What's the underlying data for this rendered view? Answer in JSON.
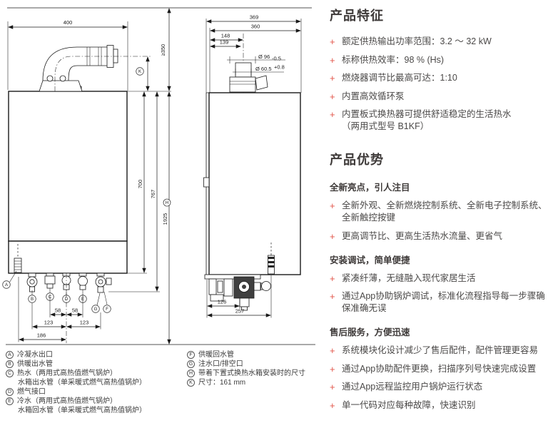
{
  "ui": {
    "bullet": "+"
  },
  "colors": {
    "accent_red": "#e25549",
    "heading": "#3e3a39",
    "body_text": "#4b4948",
    "drawing_line": "#1a1a1a"
  },
  "drawing": {
    "front": {
      "width": "400",
      "clearance_top": "≥350",
      "body_height": "700",
      "height_to_connections": "767",
      "height_with_tank": "1925",
      "conn_58_left": "58",
      "conn_58_right": "58",
      "conn_123_left": "123",
      "conn_123_right": "123",
      "conn_186": "186"
    },
    "side": {
      "depth_overall": "369",
      "depth_body": "360",
      "flue_offset_outer": "148",
      "flue_offset_inner": "139",
      "flue_outer_dia": "Ø 96",
      "flue_outer_tol": "-0.5",
      "flue_inner_dia": "Ø 60.5",
      "flue_inner_tol": "+0.8",
      "conn_126": "126",
      "conn_257": "257"
    }
  },
  "legend": {
    "col1": [
      {
        "key": "A",
        "lines": [
          "冷凝水出口"
        ]
      },
      {
        "key": "B",
        "lines": [
          "供暖出水管"
        ]
      },
      {
        "key": "C",
        "lines": [
          "热水（两用式高热值燃气锅炉）",
          "水箱出水管（单采暖式燃气高热值锅炉）"
        ]
      },
      {
        "key": "D",
        "lines": [
          "燃气接口"
        ]
      },
      {
        "key": "E",
        "lines": [
          "冷水（两用式高热值燃气锅炉）",
          "水箱回水管（单采暖式燃气高热值锅炉）"
        ]
      }
    ],
    "col2": [
      {
        "key": "F",
        "lines": [
          "供暖回水管"
        ]
      },
      {
        "key": "G",
        "lines": [
          "注水口/排空口"
        ]
      },
      {
        "key": "H",
        "lines": [
          "带着下置式换热水箱安装时的尺寸"
        ]
      },
      {
        "key": "K",
        "lines": [
          "尺寸：161 mm"
        ]
      }
    ]
  },
  "features": {
    "title": "产品特征",
    "items": [
      {
        "lines": [
          "额定供热输出功率范围：3.2 ～ 32 kW"
        ]
      },
      {
        "lines": [
          "标称供热效率：98 % (Hs)"
        ]
      },
      {
        "lines": [
          "燃烧器调节比最高可达：1:10"
        ]
      },
      {
        "lines": [
          "内置高效循环泵"
        ]
      },
      {
        "lines": [
          "内置板式换热器可提供舒适稳定的生活热水",
          "（两用式型号 B1KF）"
        ]
      }
    ]
  },
  "advantages": {
    "title": "产品优势",
    "groups": [
      {
        "subtitle": "全新亮点，引人注目",
        "items": [
          "全新外观、全新燃烧控制系统、全新电子控制系统、全新触控按键",
          "更高调节比、更高生活热水流量、更省气"
        ]
      },
      {
        "subtitle": "安装调试，简单便捷",
        "items": [
          "紧凑纤薄，无缝融入现代家居生活",
          "通过App协助锅炉调试，标准化流程指导每一步骤确保准确无误"
        ]
      },
      {
        "subtitle": "售后服务，方便迅速",
        "items": [
          "系统模块化设计减少了售后配件，配件管理更容易",
          "通过App协助配件更换，扫描序列号快速完成设置",
          "通过App远程监控用户锅炉运行状态",
          "单一代码对应每种故障，快速识别"
        ]
      }
    ]
  }
}
